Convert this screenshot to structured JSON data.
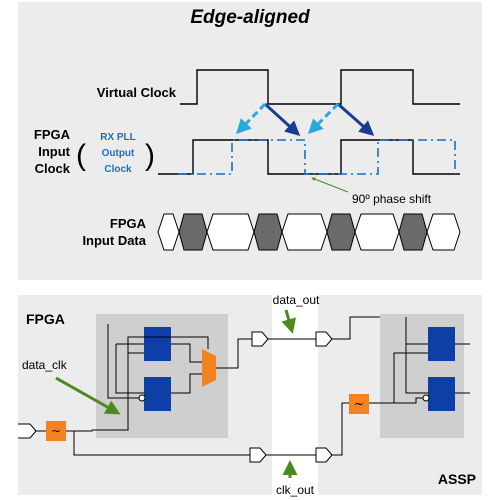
{
  "top_panel": {
    "title": "Edge-aligned",
    "virtual_clock_label": "Virtual Clock",
    "fpga_input_clock_label": [
      "FPGA",
      "Input",
      "Clock"
    ],
    "rx_pll_label": [
      "RX PLL",
      "Output",
      "Clock"
    ],
    "phase_shift_label": "90º phase shift",
    "fpga_input_data_label": [
      "FPGA",
      "Input Data"
    ]
  },
  "bottom_panel": {
    "fpga_label": "FPGA",
    "asic_label": "ASSP",
    "data_clk_label": "data_clk",
    "data_out_label": "data_out",
    "clk_out_label": "clk_out"
  },
  "colors": {
    "panel_bg": "#ececec",
    "block_bg": "#cfcfcf",
    "register_blue": "#0d3fa6",
    "pll_orange": "#f58220",
    "dark_arrow": "#1a3d8f",
    "light_arrow": "#29a8e0",
    "green_arrow": "#4a8a1f",
    "data_eye": "#6a6a6a"
  }
}
